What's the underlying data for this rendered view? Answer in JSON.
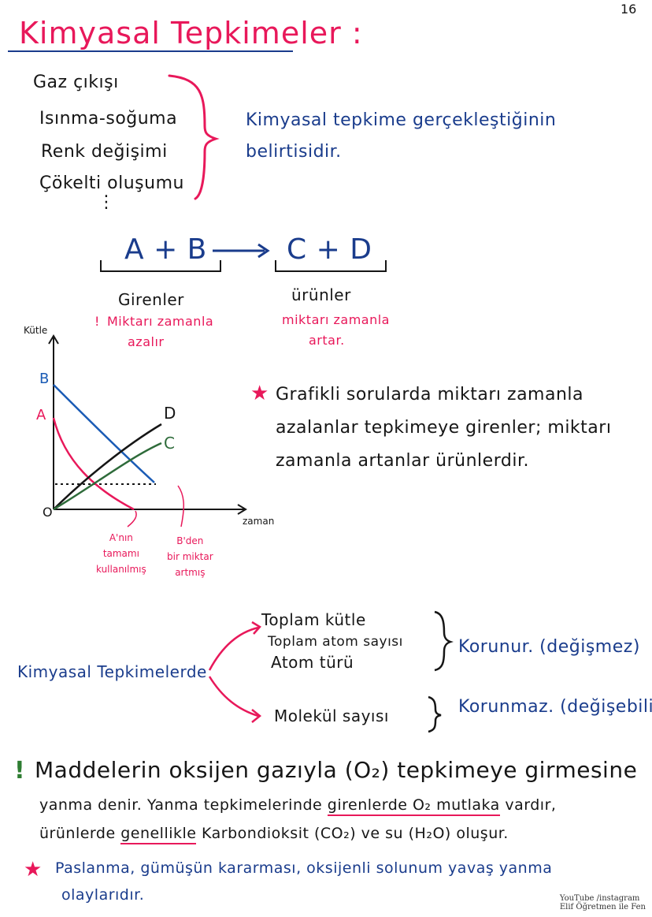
{
  "page_number": "16",
  "title": "Kimyasal Tepkimeler :",
  "indicators": [
    "Gaz çıkışı",
    "Isınma-soğuma",
    "Renk değişimi",
    "Çökelti oluşumu"
  ],
  "indicators_continue": "⋮",
  "indicators_result_line1": "Kimyasal tepkime gerçekleştiğinin",
  "indicators_result_line2": "belirtisidir.",
  "equation": {
    "reactants": "A + B",
    "products": "C + D",
    "reactants_label": "Girenler",
    "products_label": "ürünler",
    "reactants_note_line1": "Miktarı zamanla",
    "reactants_note_line2": "azalır",
    "products_note_line1": "miktarı zamanla",
    "products_note_line2": "artar."
  },
  "graph": {
    "y_axis_label": "Kütle",
    "x_axis_label": "zaman",
    "origin_label": "O",
    "curve_labels": {
      "A": "A",
      "B": "B",
      "C": "C",
      "D": "D"
    },
    "annotation_a": [
      "A'nın",
      "tamamı",
      "kullanılmış"
    ],
    "annotation_b": [
      "B'den",
      "bir miktar",
      "artmış"
    ],
    "colors": {
      "A": "#e8185a",
      "B": "#1a5bb5",
      "C": "#2e6b3a",
      "D": "#161616"
    }
  },
  "graph_note": {
    "line1": "Grafikli sorularda miktarı zamanla",
    "line2": "azalanlar tepkimeye girenler; miktarı",
    "line3": "zamanla artanlar ürünlerdir."
  },
  "conservation": {
    "subject": "Kimyasal Tepkimelerde",
    "conserved_items": [
      "Toplam kütle",
      "Toplam atom sayısı",
      "Atom türü"
    ],
    "conserved_result": "Korunur. (değişmez)",
    "not_conserved_item": "Molekül sayısı",
    "not_conserved_result": "Korunmaz. (değişebilir.)"
  },
  "combustion": {
    "line1": "Maddelerin oksijen gazıyla (O₂) tepkimeye girmesine",
    "line2_a": "yanma denir. Yanma tepkimelerinde ",
    "line2_u": "girenlerde O₂ mutlaka",
    "line2_b": " vardır,",
    "line3_a": "ürünlerde ",
    "line3_u": "genellikle",
    "line3_b": " Karbondioksit (CO₂) ve su (H₂O) oluşur."
  },
  "slow_combustion": {
    "line1": "Paslanma, gümüşün kararması, oksijenli solunum yavaş yanma",
    "line2": "olaylarıdır."
  },
  "footer": {
    "line1": "YouTube /instagram",
    "line2": "Elif Öğretmen ile Fen"
  },
  "colors": {
    "red": "#e8185a",
    "blue": "#1a3c8c",
    "black": "#161616"
  }
}
